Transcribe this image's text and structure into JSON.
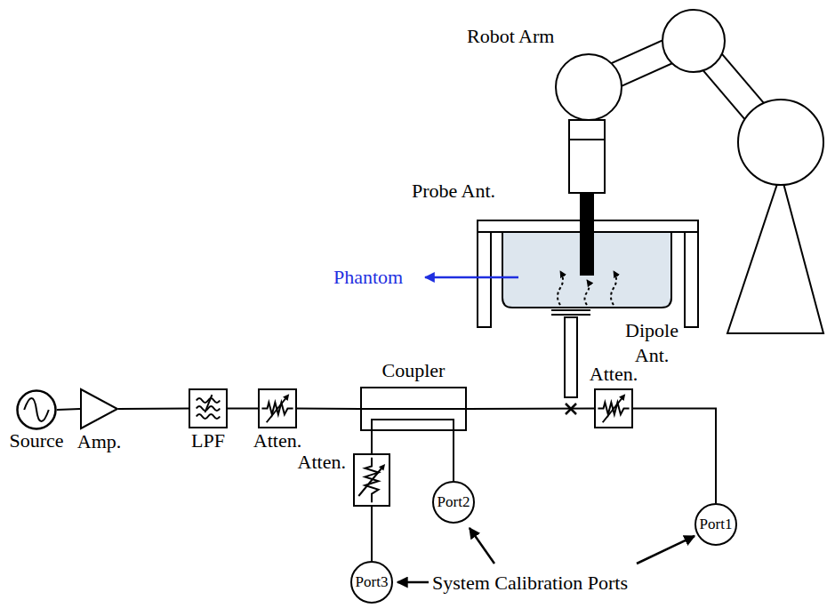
{
  "diagram": {
    "nodes": [
      {
        "text": [
          "Source"
        ]
      },
      {
        "text": [
          "Amp."
        ]
      },
      {
        "text": [
          "LPF"
        ]
      },
      {
        "text": [
          "Atten."
        ]
      },
      {
        "text": [
          "Coupler"
        ]
      },
      {
        "text": [
          "Atten."
        ]
      },
      {
        "text": [
          "Atten."
        ]
      },
      {
        "text": [
          "Port2"
        ]
      },
      {
        "text": [
          "Port1"
        ]
      },
      {
        "text": [
          "Port3"
        ]
      }
    ],
    "edges": [
      {
        "from": 0,
        "to": 1,
        "arrow": "none"
      },
      {
        "from": 1,
        "to": 2,
        "arrow": "none"
      },
      {
        "from": 2,
        "to": 3,
        "arrow": "none"
      },
      {
        "from": 3,
        "to": 4,
        "arrow": "none"
      },
      {
        "from": 4,
        "to": 5,
        "arrow": "none"
      },
      {
        "from": 5,
        "to": 8,
        "arrow": "none"
      },
      {
        "from": 4,
        "to": 6,
        "arrow": "none"
      },
      {
        "from": 6,
        "to": 9,
        "arrow": "none"
      },
      {
        "from": 4,
        "to": 7,
        "arrow": "none"
      }
    ],
    "labels": [
      "Robot Arm",
      "Probe Ant.",
      "Phantom",
      "Dipole Ant.",
      "System Calibration Ports"
    ]
  }
}
